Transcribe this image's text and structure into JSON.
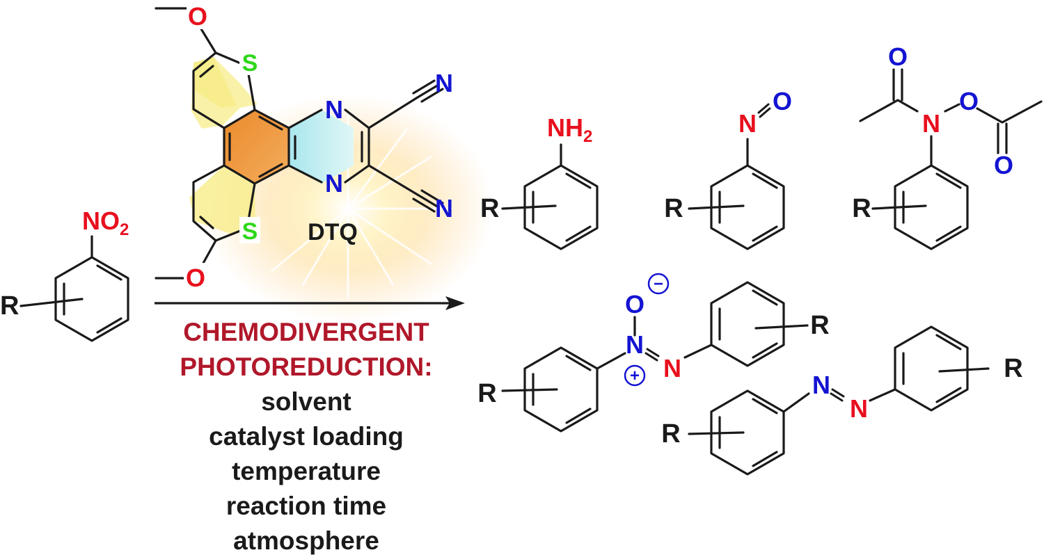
{
  "colors": {
    "red_atom": "#e8101e",
    "blue_atom": "#1414d2",
    "green_sulfur": "#2fd71a",
    "condition_title": "#b0182a",
    "thiophene_fill": "#f6e87a",
    "benzene_fill": "#ef9436",
    "pyrazine_fill": "#b9ecf0",
    "glow": "#ffe6a0"
  },
  "catalyst": {
    "name": "DTQ",
    "atoms": {
      "sulfur": "S",
      "nitrogen": "N",
      "oxygen": "O"
    }
  },
  "substrate": {
    "r_group": "R",
    "nitro_label": "NO",
    "nitro_sub": "2"
  },
  "conditions": {
    "title_line1": "CHEMODIVERGENT",
    "title_line2": "PHOTOREDUCTION:",
    "items": [
      "solvent",
      "catalyst loading",
      "temperature",
      "reaction time",
      "atmosphere"
    ]
  },
  "products": {
    "aniline": {
      "r_group": "R",
      "label": "NH",
      "sub": "2"
    },
    "nitroso": {
      "r_group": "R",
      "n": "N",
      "o": "O"
    },
    "acetoxy_amide": {
      "r_group": "R",
      "n": "N",
      "o": "O"
    },
    "azoxy": {
      "r_group": "R",
      "n": "N",
      "o": "O",
      "minus": "−",
      "plus": "+"
    },
    "azo": {
      "r_group": "R",
      "n": "N"
    }
  },
  "icons": [
    "reaction-arrow-icon",
    "light-glow-icon"
  ]
}
